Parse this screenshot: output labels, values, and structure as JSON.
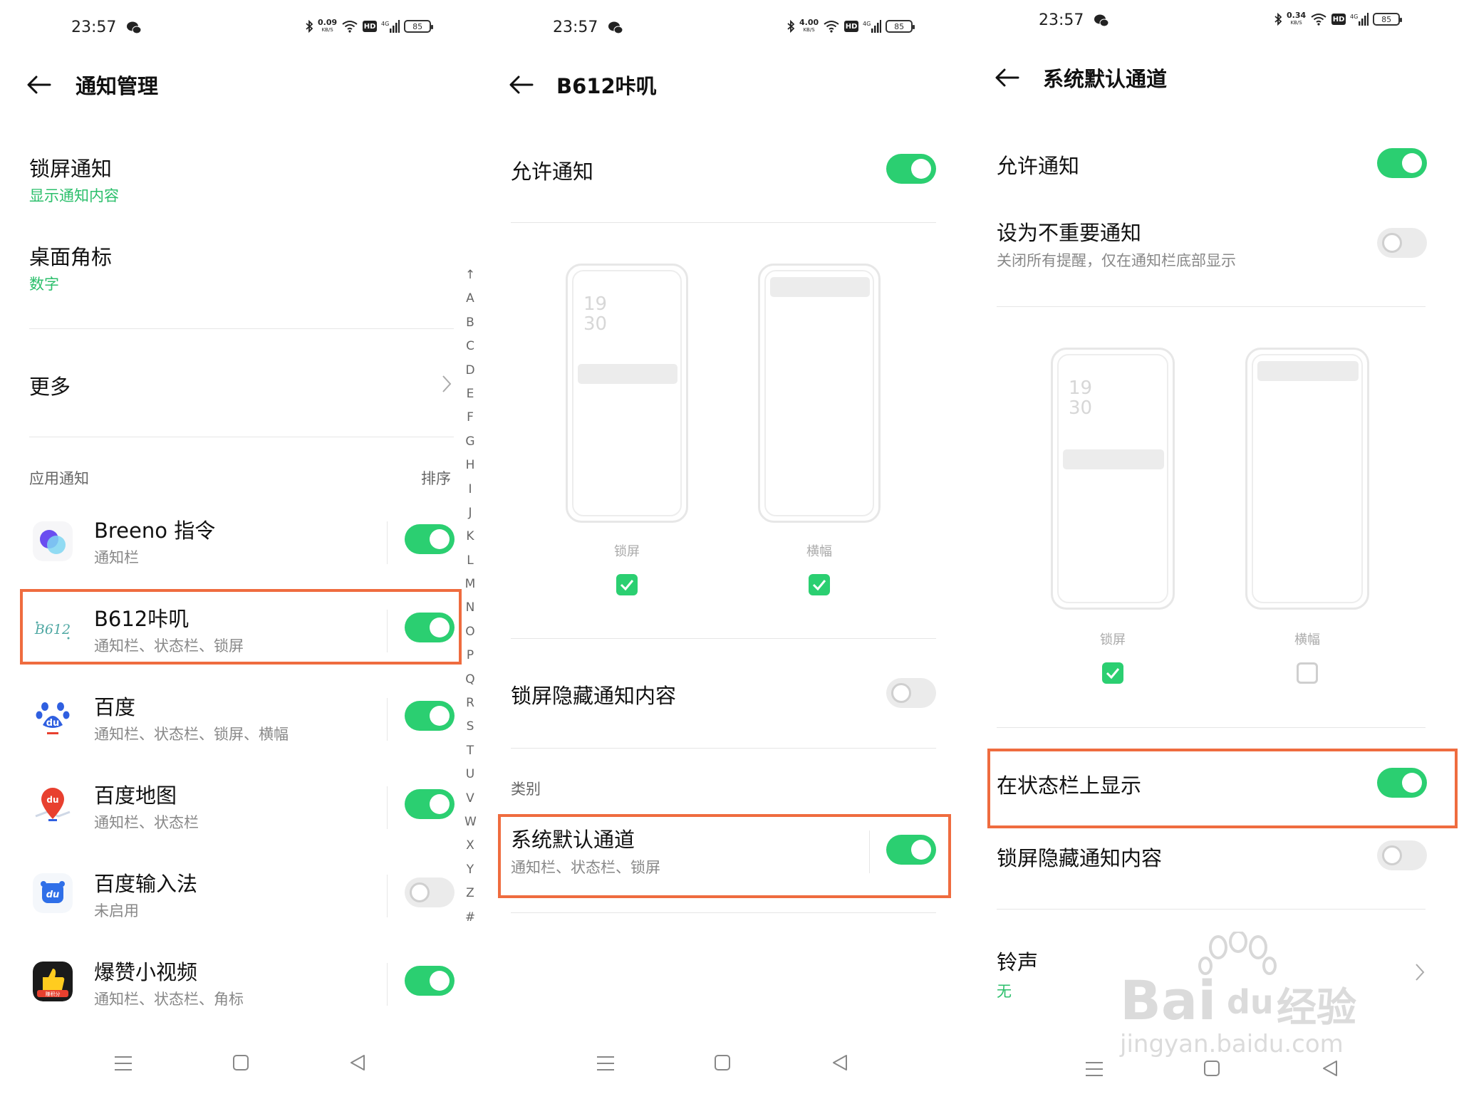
{
  "status_bar": [
    {
      "time": "23:57",
      "speed": "0.09",
      "speed_unit": "KB/S",
      "hd": "HD",
      "net": "4G",
      "battery": "85"
    },
    {
      "time": "23:57",
      "speed": "4.00",
      "speed_unit": "KB/S",
      "hd": "HD",
      "net": "4G",
      "battery": "85"
    },
    {
      "time": "23:57",
      "speed": "0.34",
      "speed_unit": "KB/S",
      "hd": "HD",
      "net": "4G",
      "battery": "85"
    }
  ],
  "panel1": {
    "title": "通知管理",
    "lock_screen": {
      "title": "锁屏通知",
      "value": "显示通知内容"
    },
    "badge": {
      "title": "桌面角标",
      "value": "数字"
    },
    "more": {
      "title": "更多"
    },
    "section": "应用通知",
    "sort": "排序",
    "apps": [
      {
        "name": "Breeno 指令",
        "sub": "通知栏",
        "on": true,
        "icon": "breeno-icon"
      },
      {
        "name": "B612咔叽",
        "sub": "通知栏、状态栏、锁屏",
        "on": true,
        "icon": "b612-icon"
      },
      {
        "name": "百度",
        "sub": "通知栏、状态栏、锁屏、横幅",
        "on": true,
        "icon": "baidu-icon"
      },
      {
        "name": "百度地图",
        "sub": "通知栏、状态栏",
        "on": true,
        "icon": "baidu-map-icon"
      },
      {
        "name": "百度输入法",
        "sub": "未启用",
        "on": false,
        "icon": "baidu-input-icon"
      },
      {
        "name": "爆赞小视频",
        "sub": "通知栏、状态栏、角标",
        "on": true,
        "icon": "baozan-icon"
      }
    ],
    "b612_logo_text": "B612",
    "baidu_logo_text": "du",
    "baozan_logo_text": "赚积分",
    "alphabet": [
      "↑",
      "A",
      "B",
      "C",
      "D",
      "E",
      "F",
      "G",
      "H",
      "I",
      "J",
      "K",
      "L",
      "M",
      "N",
      "O",
      "P",
      "Q",
      "R",
      "S",
      "T",
      "U",
      "V",
      "W",
      "X",
      "Y",
      "Z",
      "#"
    ]
  },
  "panel2": {
    "title": "B612咔叽",
    "allow": "允许通知",
    "preview": {
      "clock_h": "19",
      "clock_m": "30",
      "lock_label": "锁屏",
      "banner_label": "横幅",
      "lock_checked": true,
      "banner_checked": true
    },
    "hide_content": "锁屏隐藏通知内容",
    "section": "类别",
    "channel": {
      "title": "系统默认通道",
      "sub": "通知栏、状态栏、锁屏"
    }
  },
  "panel3": {
    "title": "系统默认通道",
    "allow": "允许通知",
    "unimportant": {
      "title": "设为不重要通知",
      "sub": "关闭所有提醒，仅在通知栏底部显示"
    },
    "preview": {
      "clock_h": "19",
      "clock_m": "30",
      "lock_label": "锁屏",
      "banner_label": "横幅",
      "lock_checked": true,
      "banner_checked": false
    },
    "status_bar_show": "在状态栏上显示",
    "hide_content": "锁屏隐藏通知内容",
    "ringtone": {
      "title": "铃声",
      "value": "无"
    },
    "watermark_main": "Bai",
    "watermark_du": "du",
    "watermark_cn": "经验",
    "watermark_url": "jingyan.baidu.com"
  },
  "colors": {
    "accent": "#2bcf71",
    "highlight": "#ef6c3f",
    "secondary": "#888888"
  }
}
